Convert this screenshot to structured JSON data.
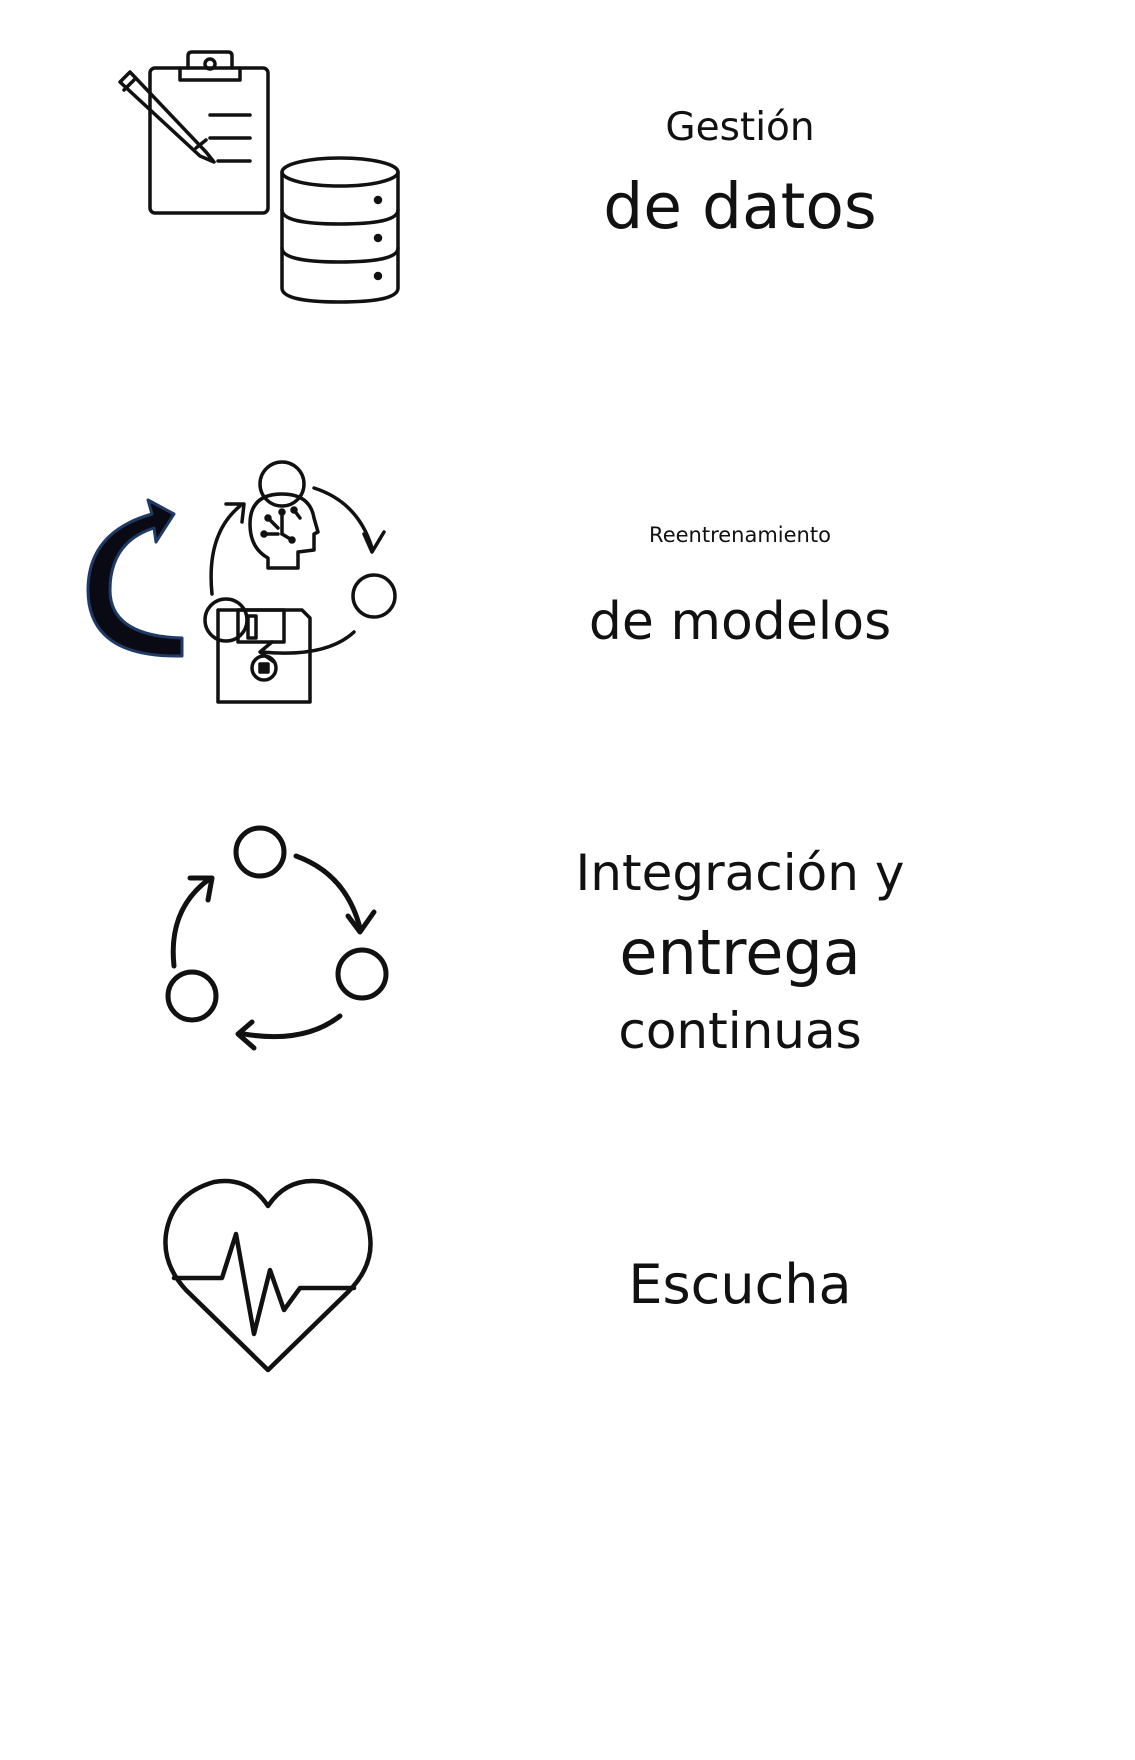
{
  "sections": [
    {
      "icon": "clipboard-database-icon",
      "lines": [
        "Gestión",
        "de datos"
      ]
    },
    {
      "icon": "model-retraining-icon",
      "lines": [
        "Reentrenamiento",
        "de modelos"
      ]
    },
    {
      "icon": "cycle-arrows-icon",
      "lines": [
        "Integración y",
        "entrega",
        "continuas"
      ]
    },
    {
      "icon": "heart-pulse-icon",
      "lines": [
        "Escucha"
      ]
    }
  ],
  "colors": {
    "stroke": "#111111",
    "accent_arrow": "#0a0a14",
    "accent_arrow_outline": "#1f3a66",
    "background": "#ffffff"
  }
}
